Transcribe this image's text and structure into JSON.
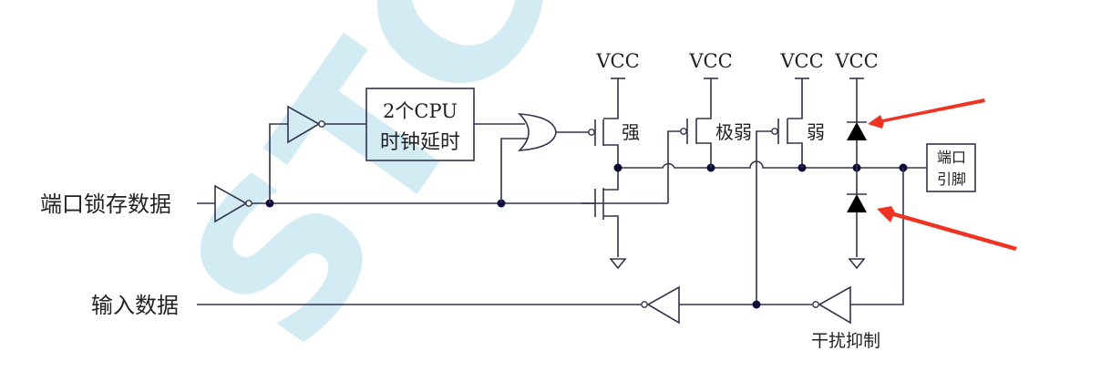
{
  "watermark": "STCMCU",
  "labels": {
    "port_latch_data": "端口锁存数据",
    "input_data": "输入数据",
    "delay_box_line1": "2个CPU",
    "delay_box_line2": "时钟延时",
    "strong": "强",
    "very_weak": "极弱",
    "weak": "弱",
    "port_pin_line1": "端口",
    "port_pin_line2": "引脚",
    "noise_suppression": "干扰抑制",
    "vcc": "VCC"
  },
  "colors": {
    "wire": "#33334d",
    "junction": "#0d0d3a",
    "arrow": "#ee3322",
    "watermark": "#9fd3e6"
  }
}
